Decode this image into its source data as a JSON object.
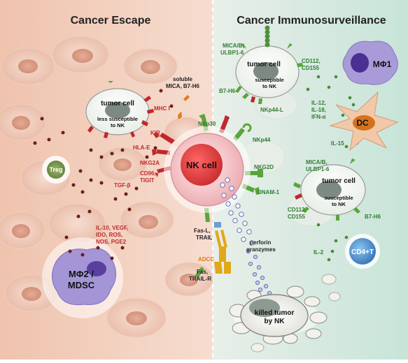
{
  "headers": {
    "left": "Cancer Escape",
    "right": "Cancer Immunosurveillance"
  },
  "nk_cell": {
    "label": "NK cell"
  },
  "tumor_left": {
    "title": "tumor cell",
    "sub1": "less susceptible",
    "sub2": "to NK"
  },
  "tumor_top_right": {
    "title": "tumor cell",
    "sub1": "susceptible",
    "sub2": "to NK"
  },
  "tumor_mid_right": {
    "title": "tumor cell",
    "sub1": "susceptible",
    "sub2": "to NK"
  },
  "killed_tumor": {
    "line1": "killed tumor",
    "line2": "by NK"
  },
  "other_cells": {
    "treg": "Treg",
    "mphi1": "MΦ1",
    "dc": "DC",
    "cd4t": "CD4+T",
    "mphi2_line1": "MΦ2 /",
    "mphi2_line2": "MDSC"
  },
  "escape_labels": {
    "soluble1": "soluble",
    "soluble2": "MICA, B7-H6",
    "mhc1": "MHC I",
    "kir": "KIR",
    "hla_e": "HLA-E",
    "nkg2a": "NKG2A",
    "cd96": "CD96,",
    "tigit": "TIGIT",
    "tgfb": "TGF-β",
    "il10_1": "IL-10, VEGF,",
    "il10_2": "IDO, ROS,",
    "il10_3": "NOS, PGE2"
  },
  "surveillance_labels": {
    "mica_top1": "MICA/B,",
    "mica_top2": "ULBP1-6",
    "b7h6_top": "B7-H6",
    "cd112_top1": "CD112,",
    "cd112_top2": "CD155",
    "nkp44l": "NKp44-L",
    "nkp30": "NKp30",
    "nkp44": "NKp44",
    "nkg2d": "NKG2D",
    "dnam1": "DNAM-1",
    "il12_1": "IL-12,",
    "il12_2": "IL-18,",
    "il12_3": "IFN-α",
    "il15": "IL-15",
    "mica_mid1": "MICA/B,",
    "mica_mid2": "ULBP1-6",
    "cd112_mid1": "CD112,",
    "cd112_mid2": "CD155",
    "b7h6_mid": "B7-H6",
    "il2": "IL-2"
  },
  "killing_labels": {
    "fasl1": "Fas-L,",
    "fasl2": "TRAIL",
    "fas1": "Fas,",
    "fas2": "TRAIL-R",
    "adcc": "ADCC",
    "perforin1": "perforin",
    "perforin2": "granzymes"
  },
  "colors": {
    "left_bg": "#f2c9b4",
    "right_bg": "#d4ebe2",
    "red": "#c0282b",
    "green": "#2e7d32",
    "receptor_green": "#5aa53a",
    "receptor_red": "#c0282b",
    "nk_core": "#e23c3c",
    "cd4_blue": "#3b7fc4",
    "mphi_purple": "#9b87cf",
    "adcc_orange": "#e0a81a"
  }
}
